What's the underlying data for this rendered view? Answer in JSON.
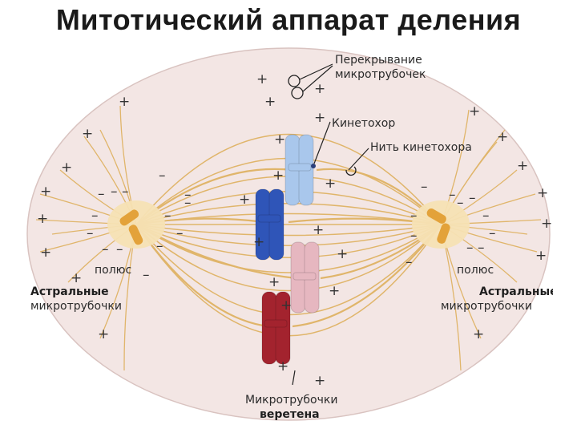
{
  "title": "Митотический аппарат деления",
  "labels": {
    "overlap_line1": "Перекрывание",
    "overlap_line2": "микротрубочек",
    "kinetochore": "Кинетохор",
    "kinetochore_fiber": "Нить кинетохора",
    "pole_left": "полюс",
    "pole_right": "полюс",
    "astral_left_line1": "Астральные",
    "astral_left_line2": "микротрубочки",
    "astral_right_line1": "Астральные",
    "astral_right_line2": "микротрубочки",
    "spindle_line1": "Микротрубочки",
    "spindle_line2": "веретена"
  },
  "signs": {
    "plus": "+",
    "minus": "–"
  },
  "colors": {
    "cell": "#f3e6e4",
    "fiber": "#e0b56a",
    "centrosome": "#f6e2b4",
    "centriole": "#e3a23a",
    "chromosome_lightblue": "#a9c7ec",
    "chromosome_blue": "#2f55b8",
    "chromosome_pink": "#e6b7c0",
    "chromosome_red": "#a3232e"
  }
}
